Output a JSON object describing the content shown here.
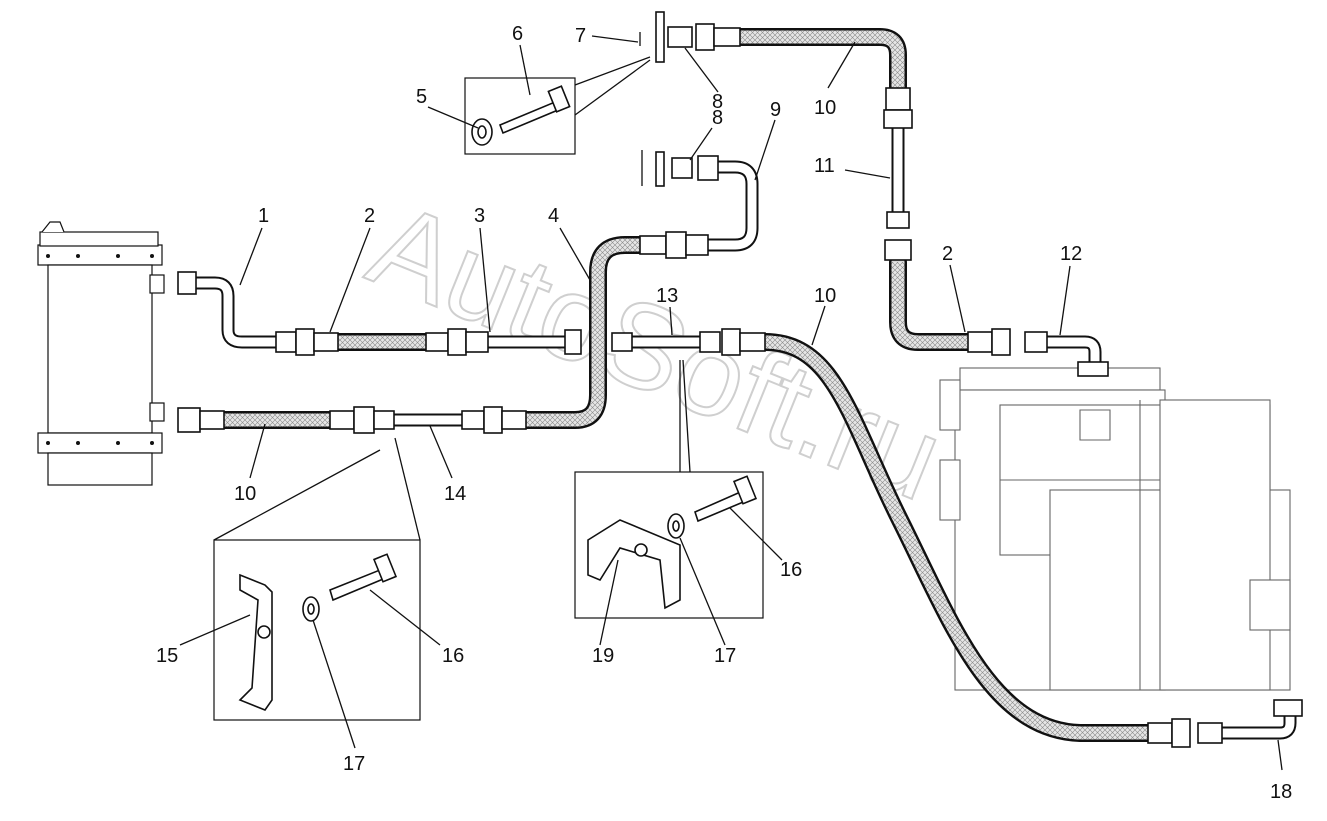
{
  "watermark": "AutoSoft.ru",
  "callouts": {
    "1": "1",
    "2a": "2",
    "2b": "2",
    "3": "3",
    "4": "4",
    "5": "5",
    "6": "6",
    "7": "7",
    "8a": "8",
    "8b": "8",
    "9": "9",
    "10a": "10",
    "10b": "10",
    "10c": "10",
    "11": "11",
    "12": "12",
    "13": "13",
    "14": "14",
    "15": "15",
    "16a": "16",
    "16b": "16",
    "17a": "17",
    "17b": "17",
    "18": "18",
    "19": "19"
  }
}
